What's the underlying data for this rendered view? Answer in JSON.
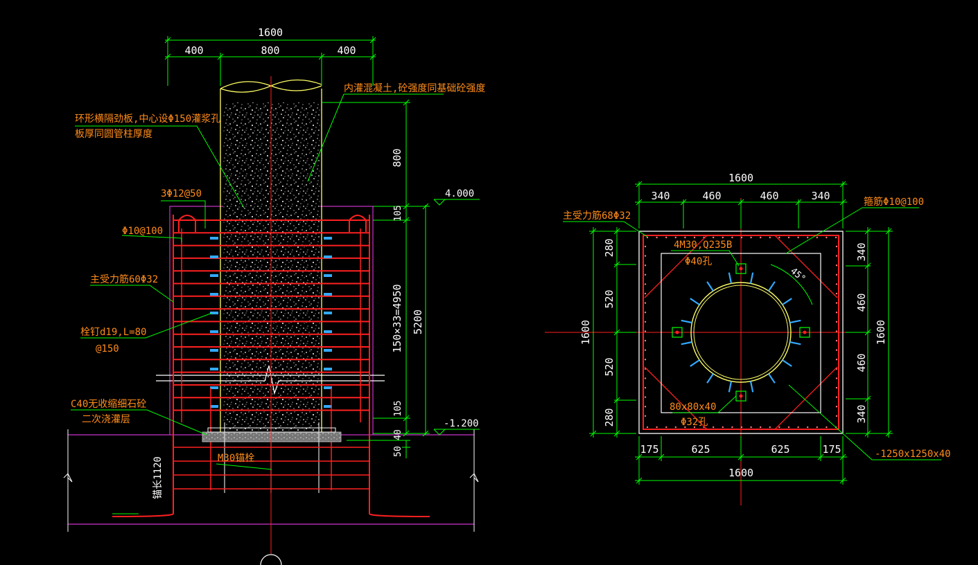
{
  "colors": {
    "background": "#000000",
    "dimension": "#00ff00",
    "rebar": "#ff2020",
    "outline": "#ffffff",
    "annotation": "#ff8c1a",
    "boundary": "#cc33cc",
    "pipe": "#ffff66",
    "stud": "#33aaff"
  },
  "section_view": {
    "dims_top": {
      "total": "1600",
      "left": "400",
      "mid": "800",
      "right": "400"
    },
    "dims_right": {
      "d800": "800",
      "d105a": "105",
      "d4950": "150×33=4950",
      "d105b": "105",
      "d40": "40",
      "d50": "50",
      "d5200": "5200"
    },
    "elevations": {
      "top": "4.000",
      "bottom": "-1.200"
    },
    "notes": {
      "diaphragm_line1": "环形横隔劲板,中心设Φ150灌浆孔",
      "diaphragm_line2": "板厚同圆管柱厚度",
      "infill": "内灌混凝土,砼强度同基础砼强度",
      "top_bars": "3Φ12@50",
      "stirrup": "Φ10@100",
      "main_bars": "主受力筋60Φ32",
      "stud_line1": "栓钉d19,L=80",
      "stud_line2": "@150",
      "grout_line1": "C40无收缩细石砼",
      "grout_line2": "二次浇灌层",
      "anchor_bolt": "M30锚栓",
      "anchor_length": "锚长1120"
    }
  },
  "plan_view": {
    "dims_top": {
      "total": "1600",
      "a": "340",
      "b": "460",
      "c": "460",
      "d": "340"
    },
    "dims_bottom": {
      "total": "1600",
      "a": "175",
      "b": "625",
      "c": "625",
      "d": "175"
    },
    "dims_left": {
      "total": "1600",
      "a": "280",
      "b": "520",
      "c": "520",
      "d": "280"
    },
    "dims_right": {
      "total": "1600",
      "a": "340",
      "b": "460",
      "c": "460",
      "d": "340"
    },
    "notes": {
      "main_bars": "主受力筋68Φ32",
      "stirrup": "箍筋Φ10@100",
      "bolts_line1": "4M30,Q235B",
      "bolts_line2": "Φ40孔",
      "angle": "45°",
      "washer_line1": "80x80x40",
      "washer_line2": "Φ32孔",
      "plate": "-1250x1250x40"
    }
  }
}
